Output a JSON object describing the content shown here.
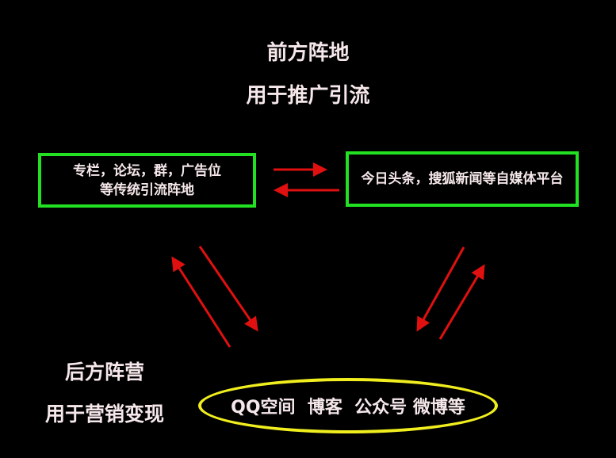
{
  "front": {
    "title": "前方阵地",
    "subtitle": "用于推广引流"
  },
  "left_box": {
    "line1": "专栏，论坛，群，广告位",
    "line2": "等传统引流阵地"
  },
  "right_box": {
    "text": "今日头条，搜狐新闻等自媒体平台"
  },
  "back": {
    "title": "后方阵营",
    "subtitle": "用于营销变现"
  },
  "ellipse": {
    "text": "QQ空间  博客  公众号 微博等"
  },
  "colors": {
    "box_border": "#22e022",
    "ellipse_border": "#f0ee1e",
    "arrow": "#e01010",
    "text": "#f6e8ea"
  }
}
